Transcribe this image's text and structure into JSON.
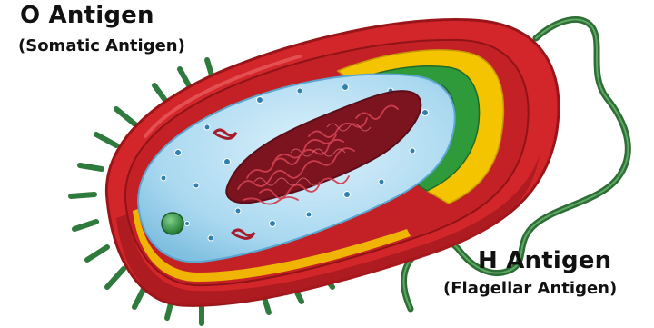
{
  "labels": {
    "o_antigen": {
      "title": "O Antigen",
      "subtitle": "(Somatic Antigen)"
    },
    "h_antigen": {
      "title": "H Antigen",
      "subtitle": "(Flagellar Antigen)"
    }
  },
  "colors": {
    "outer_membrane": "#d3262a",
    "outer_membrane_shade": "#9a1519",
    "capsule_rim": "#b51c20",
    "yellow_layer": "#f5c400",
    "green_layer": "#2f9a3a",
    "cytoplasm": "#bfe3f5",
    "cytoplasm_edge": "#7fbfe0",
    "nucleoid": "#a51d2a",
    "flagellum": "#2d6e35",
    "pili": "#2f7a3d"
  },
  "icons": [
    "bacterium-cell",
    "flagellum",
    "pili",
    "nucleoid",
    "ribosome"
  ]
}
